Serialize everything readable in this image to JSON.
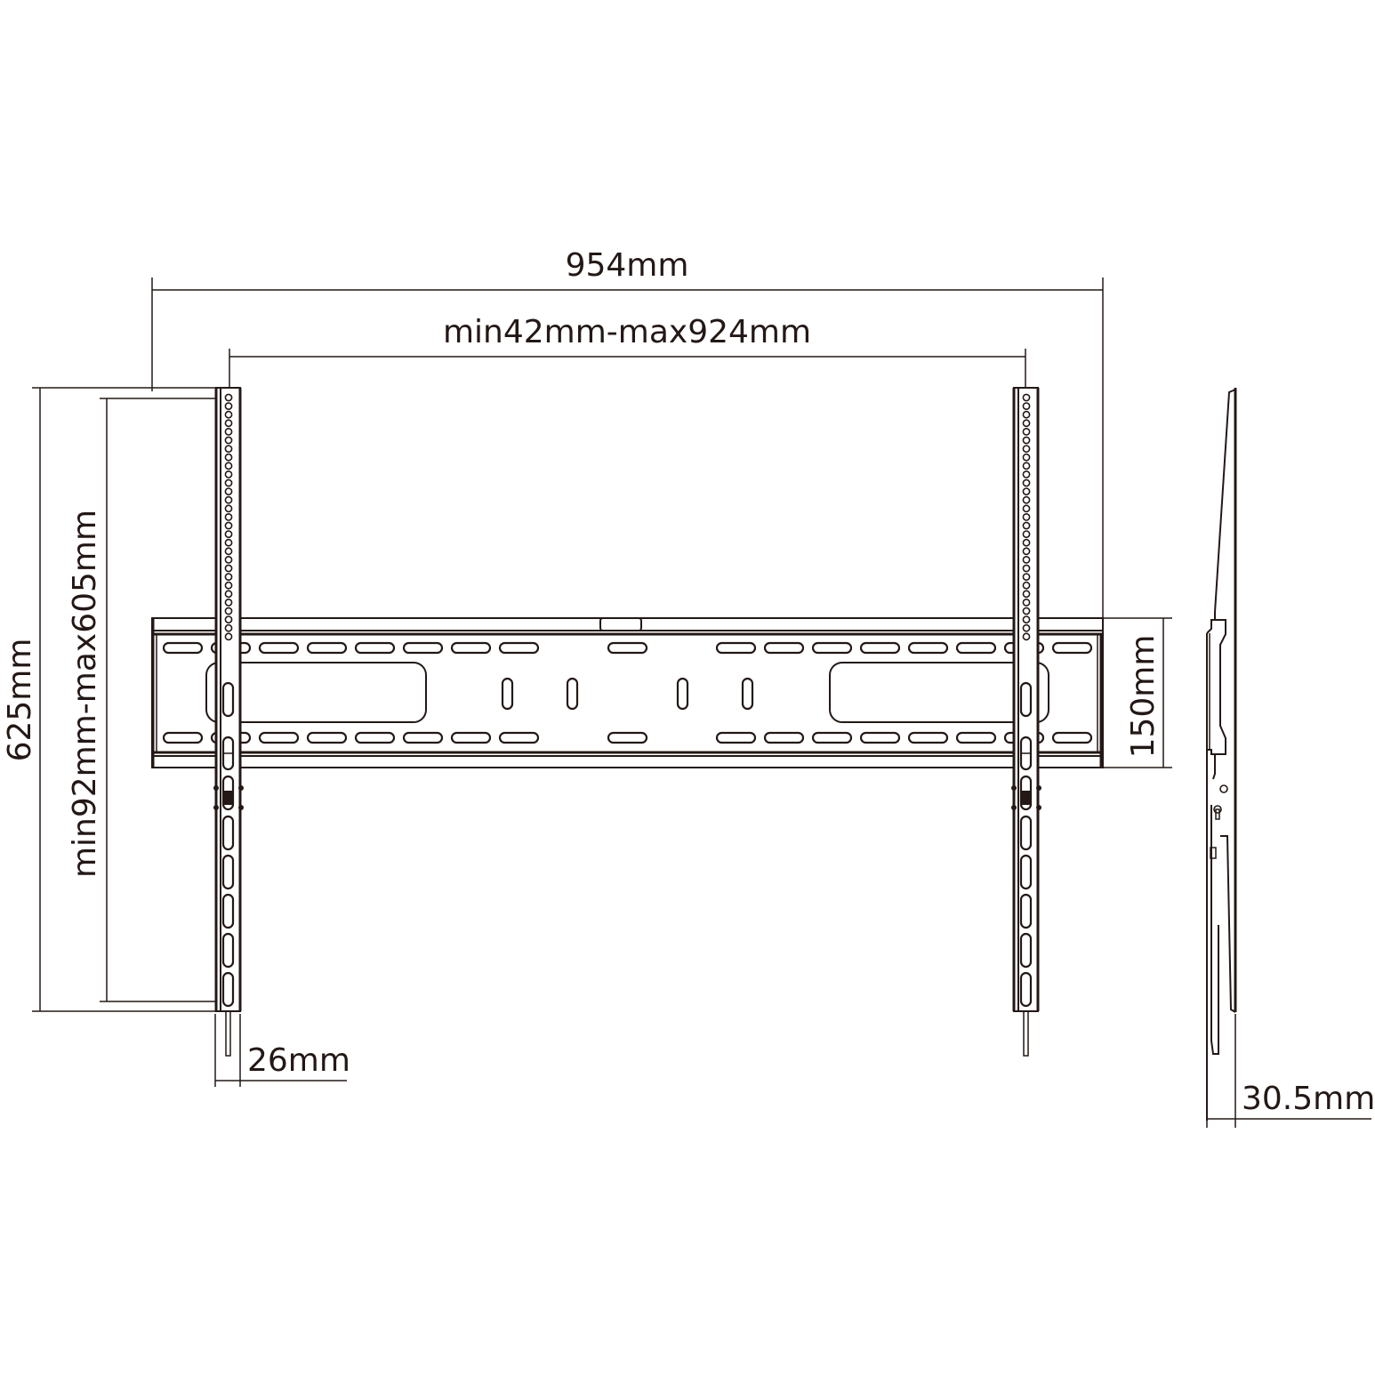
{
  "diagram": {
    "type": "technical-drawing",
    "subject": "fixed TV wall mount bracket",
    "views": [
      "front",
      "side"
    ],
    "line_color": "#231815",
    "background": "#ffffff"
  },
  "dimensions": {
    "overall_width": "954mm",
    "vesa_horizontal": "min42mm-max924mm",
    "overall_height": "625mm",
    "vesa_vertical": "min92mm-max605mm",
    "plate_height": "150mm",
    "arm_width": "26mm",
    "profile_depth": "30.5mm"
  }
}
